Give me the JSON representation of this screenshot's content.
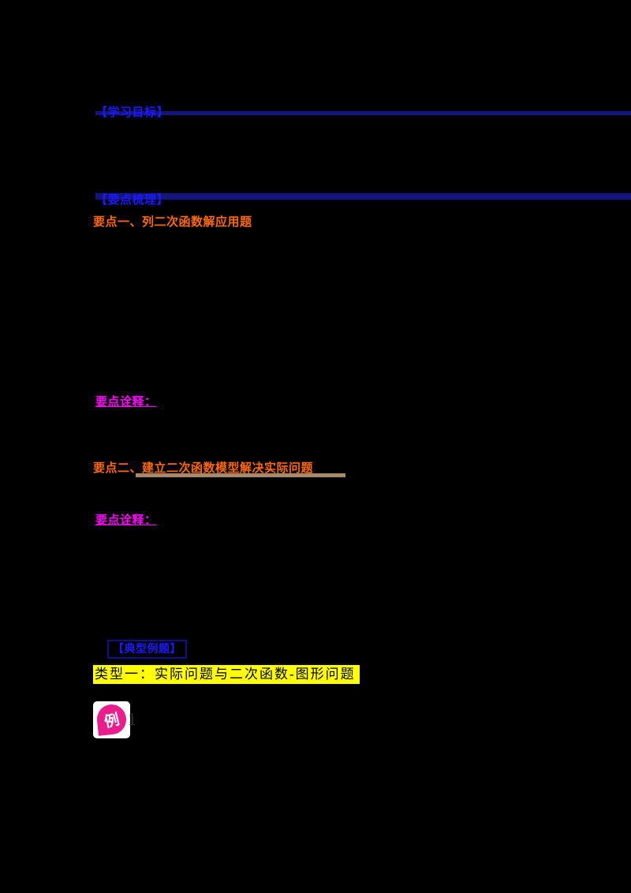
{
  "page": {
    "background": "#000000",
    "description": "Chinese math lesson document: practical problems and quadratic functions"
  },
  "colors": {
    "heading_blue": "#1a1aff",
    "rule_navy": "#15157f",
    "orange": "#ff6a00",
    "tan_rule": "#a88a68",
    "magenta": "#ff00ff",
    "highlight_yellow": "#ffff00",
    "badge_pink": "#ea1d8d"
  },
  "sections": {
    "learning_goal": {
      "label": "【学习目标】"
    },
    "key_points": {
      "label": "【要点梳理】"
    },
    "point_one": {
      "label": "要点一、列二次函数解应用题"
    },
    "annotation_one": {
      "label": "要点诠释："
    },
    "point_two": {
      "label": "要点二、建立二次函数模型解决实际问题"
    },
    "annotation_two": {
      "label": "要点诠释："
    },
    "typical_examples": {
      "label": "【典型例题】"
    },
    "type_one": {
      "label": "类型一：实际问题与二次函数-图形问题"
    },
    "example_badge": {
      "glyph": "例",
      "number": "1"
    }
  }
}
